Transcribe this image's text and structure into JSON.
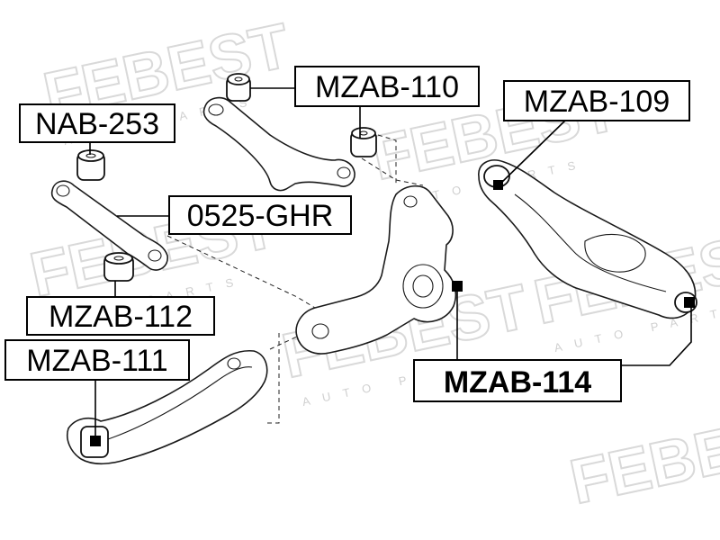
{
  "watermark": {
    "brand": "FEBEST",
    "sub": "AUTO PARTS"
  },
  "labels": {
    "mzab_110": "MZAB-110",
    "mzab_109": "MZAB-109",
    "nab_253": "NAB-253",
    "ghr_0525": "0525-GHR",
    "mzab_112": "MZAB-112",
    "mzab_111": "MZAB-111",
    "mzab_114": "MZAB-114"
  },
  "colors": {
    "line": "#000000",
    "watermark": "#d9d9d9",
    "background": "#ffffff"
  }
}
